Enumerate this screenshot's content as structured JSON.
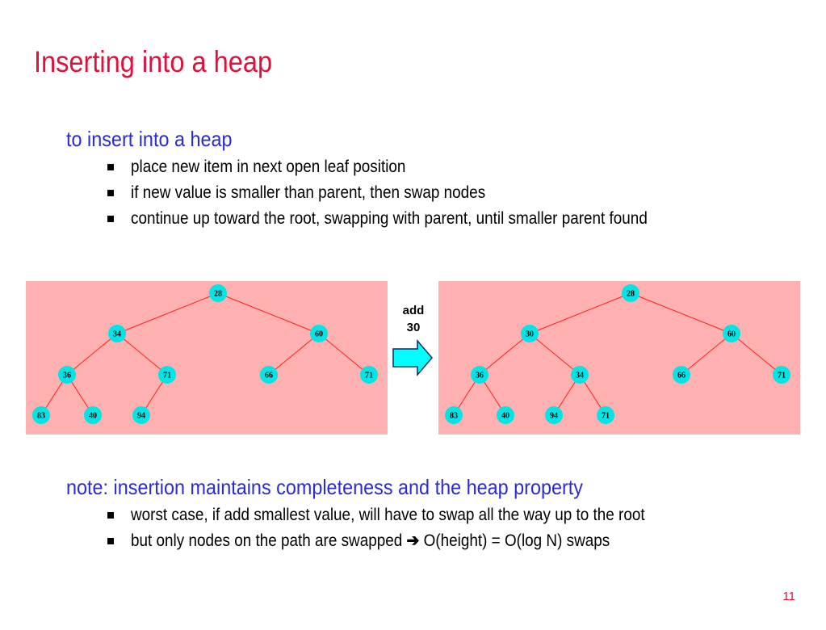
{
  "slide": {
    "title": "Inserting into a heap",
    "page_number": "11"
  },
  "section1": {
    "heading": "to insert into a heap",
    "bullets": [
      "place new item in next open leaf position",
      "if new value is smaller than parent, then swap nodes",
      "continue up toward the root, swapping with parent, until smaller parent found"
    ]
  },
  "section2": {
    "heading": "note: insertion maintains completeness and the heap property",
    "bullets": [
      "worst case, if add smallest value, will have to swap all the way up to the root",
      "but only nodes on the path are swapped",
      "O(height) = O(log N) swaps"
    ]
  },
  "arrow": {
    "symbol": "➔"
  },
  "operation": {
    "line1": "add",
    "line2": "30"
  },
  "colors": {
    "title": "#e0103c",
    "heading": "#2b2bd0",
    "panel_bg": "#ffb0b0",
    "node_fill": "#00e5e5",
    "edge": "#ff2020",
    "arrow_fill": "#00ffff"
  },
  "heap_before": [
    "28",
    "34",
    "60",
    "36",
    "71",
    "66",
    "71",
    "83",
    "40",
    "94"
  ],
  "heap_after": [
    "28",
    "30",
    "60",
    "36",
    "34",
    "66",
    "71",
    "83",
    "40",
    "94",
    "71"
  ]
}
